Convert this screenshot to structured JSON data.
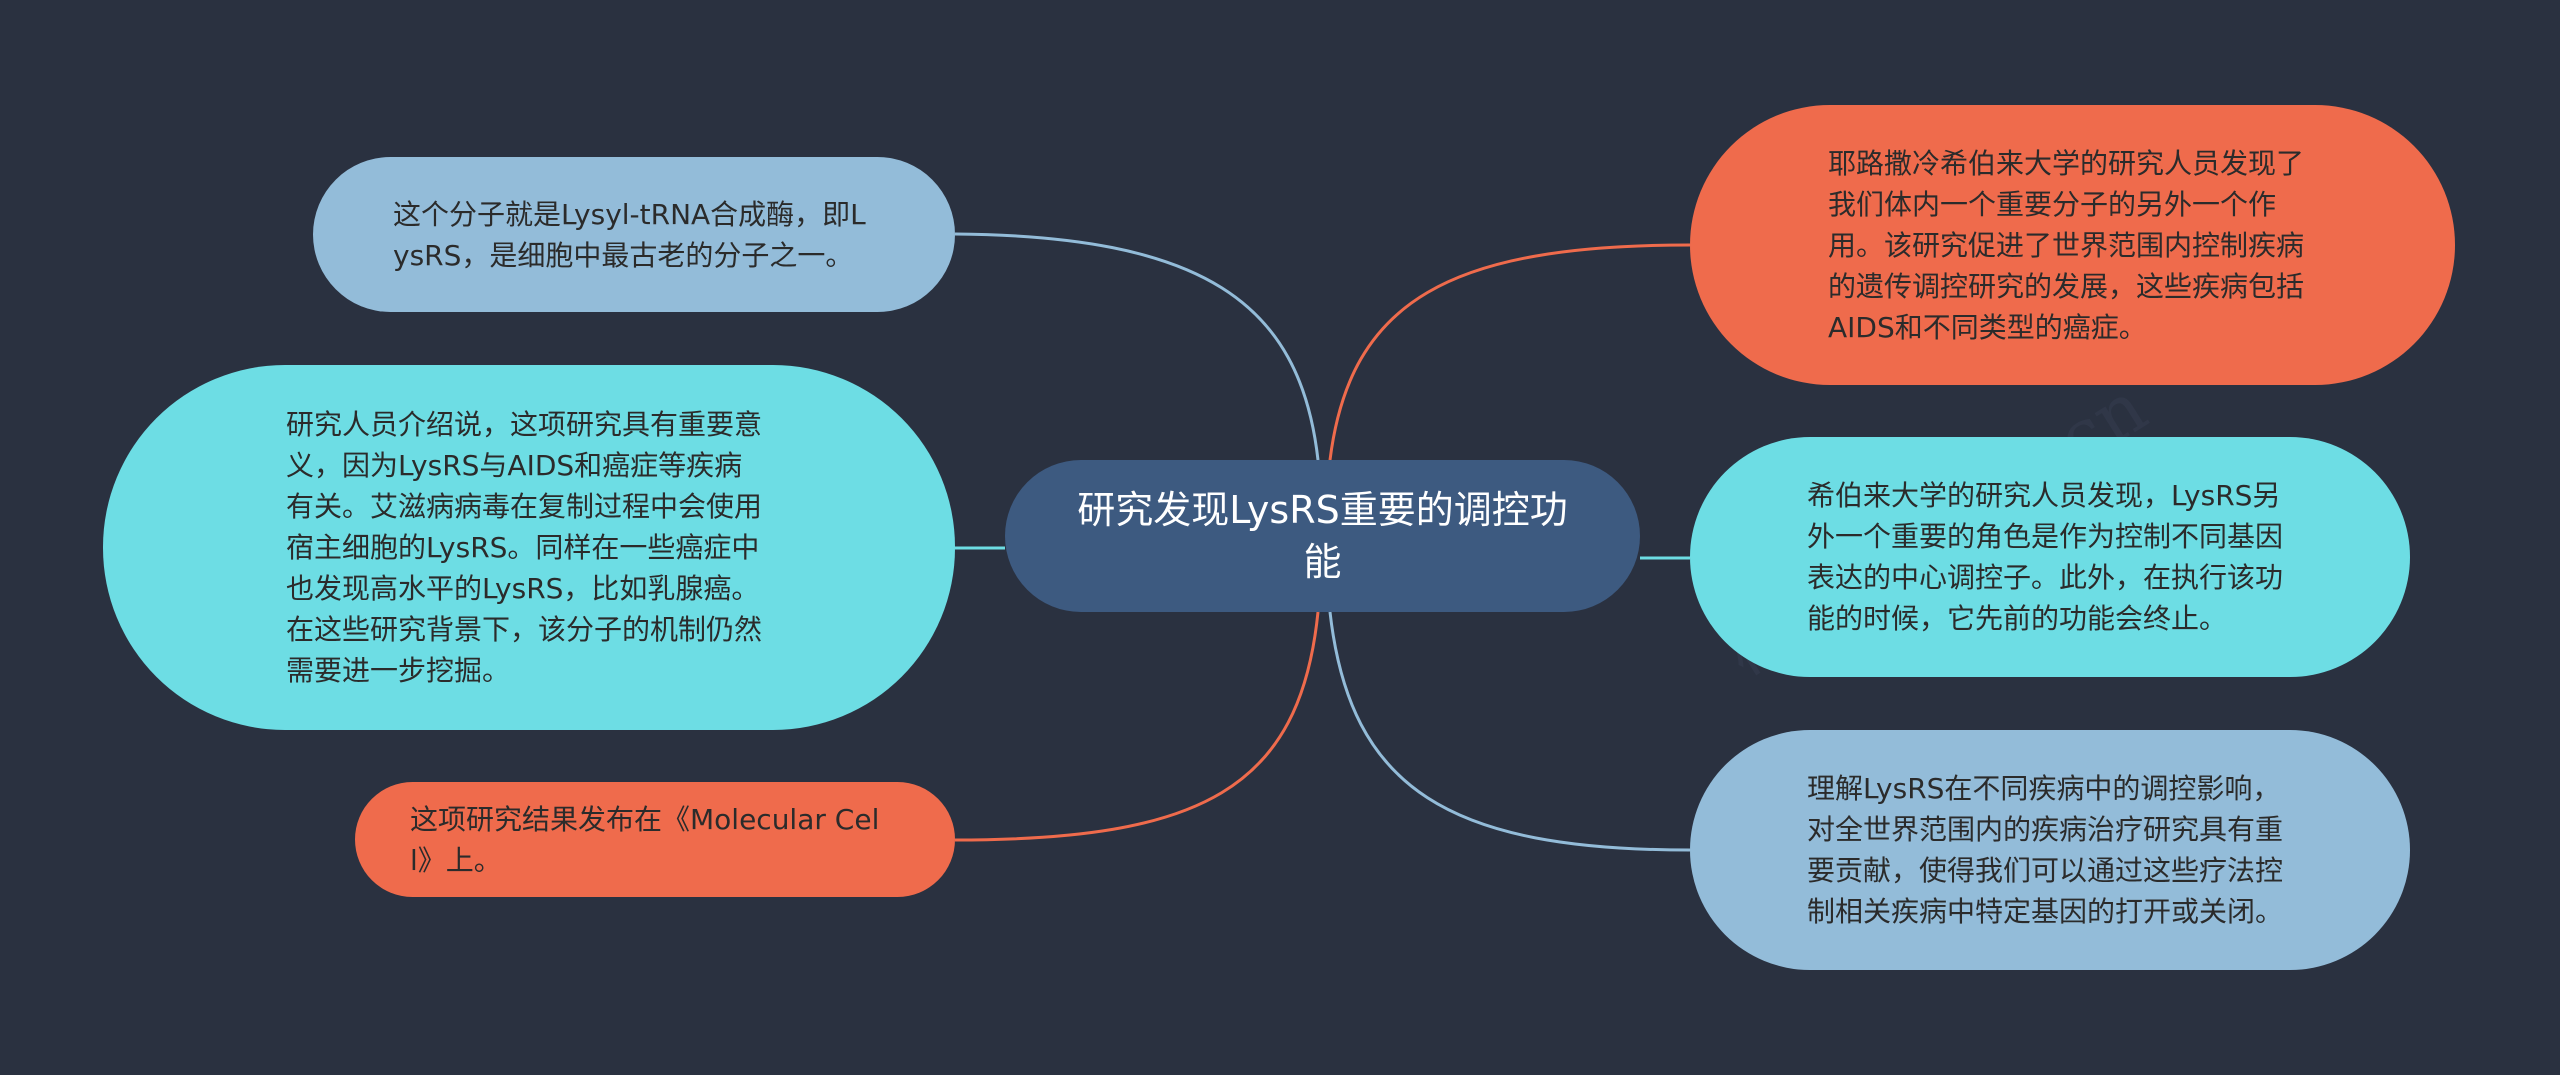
{
  "center": {
    "label": "研究发现LysRS重要的调控功能"
  },
  "left_nodes": [
    {
      "text": "这个分子就是Lysyl-tRNA合成酶，即LysRS，是细胞中最古老的分子之一。"
    },
    {
      "text": "研究人员介绍说，这项研究具有重要意义，因为LysRS与AIDS和癌症等疾病有关。艾滋病病毒在复制过程中会使用宿主细胞的LysRS。同样在一些癌症中也发现高水平的LysRS，比如乳腺癌。在这些研究背景下，该分子的机制仍然需要进一步挖掘。"
    },
    {
      "text": "这项研究结果发布在《Molecular Cell》上。"
    }
  ],
  "right_nodes": [
    {
      "text": "耶路撒冷希伯来大学的研究人员发现了我们体内一个重要分子的另外一个作用。该研究促进了世界范围内控制疾病的遗传调控研究的发展，这些疾病包括AIDS和不同类型的癌症。"
    },
    {
      "text": "希伯来大学的研究人员发现，LysRS另外一个重要的角色是作为控制不同基因表达的中心调控子。此外，在执行该功能的时候，它先前的功能会终止。"
    },
    {
      "text": "理解LysRS在不同疾病中的调控影响，对全世界范围内的疾病治疗研究具有重要贡献，使得我们可以通过这些疗法控制相关疾病中特定基因的打开或关闭。"
    }
  ],
  "watermark": {
    "left": "树图 shutu.cn",
    "right": "树图 shutu.cn"
  },
  "colors": {
    "background": "#2a3140",
    "center": "#3d5a80",
    "blue": "#93bcd9",
    "cyan": "#6ddde4",
    "orange": "#ef6b4c"
  }
}
